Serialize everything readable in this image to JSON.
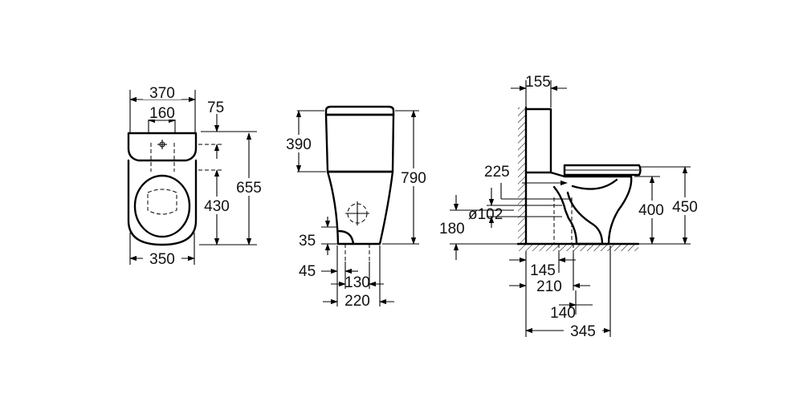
{
  "drawing": {
    "front_view": {
      "width_top": "370",
      "hole_spacing": "160",
      "top_offset": "75",
      "total_depth": "655",
      "fixing_depth": "430",
      "bowl_width": "350"
    },
    "side_view": {
      "cistern_height": "390",
      "total_height": "790",
      "inlet_height": "35",
      "inlet_offset": "45",
      "fixing_spacing": "130",
      "base_width": "220"
    },
    "section_view": {
      "cistern_depth": "155",
      "seat_height_label": "225",
      "outlet_diameter": "ø102",
      "outlet_height": "180",
      "rim_height": "400",
      "seat_height": "450",
      "outlet_offset": "145",
      "outlet_axis": "210",
      "fixing_offset": "140",
      "bowl_projection": "345"
    }
  }
}
